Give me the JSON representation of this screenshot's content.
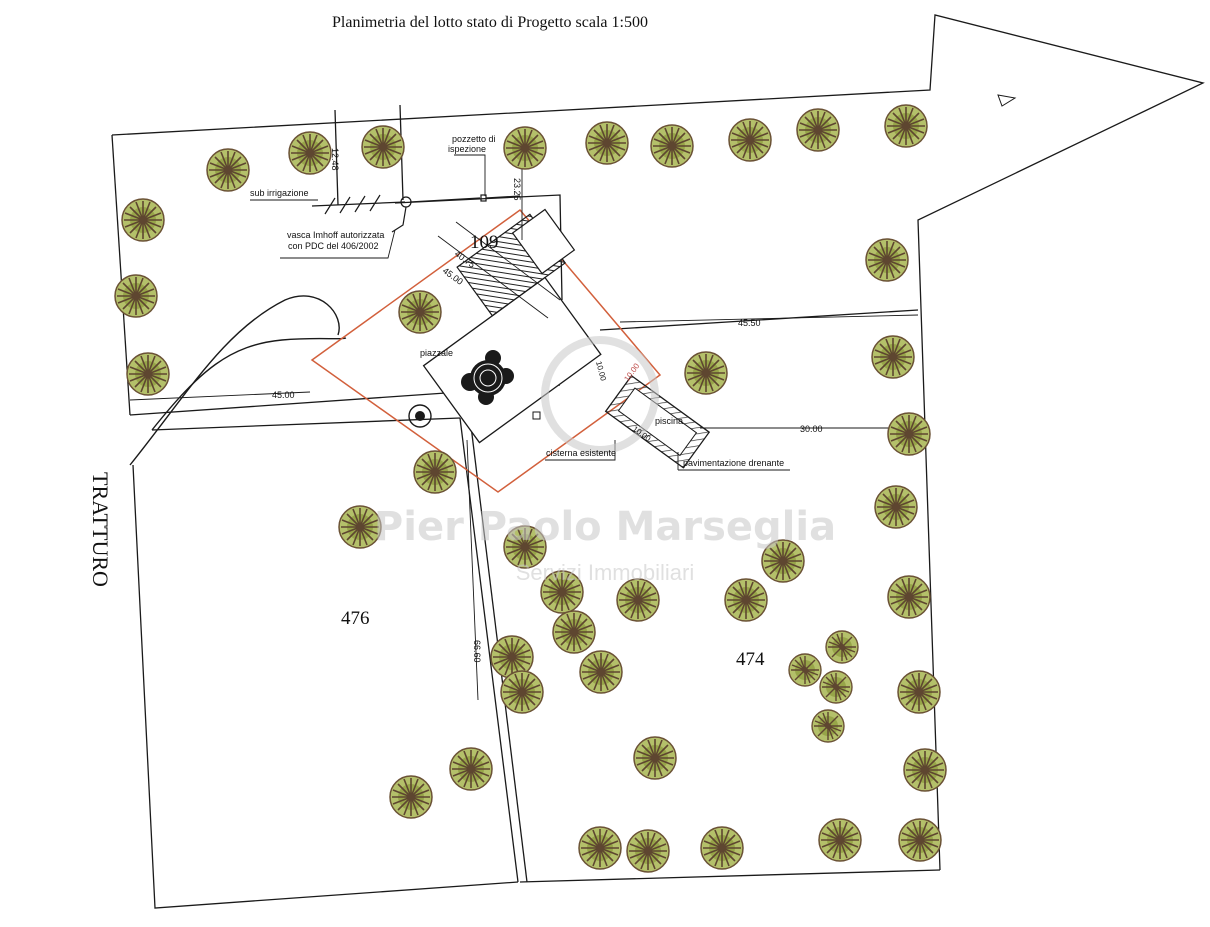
{
  "title": "Planimetria del lotto stato di Progetto scala 1:500",
  "road_label": "TRATTURO",
  "parcels": {
    "p109": "109",
    "p476": "476",
    "p474": "474"
  },
  "dimensions": {
    "d1248": "12.48",
    "d2325": "23.25",
    "d4075": "40.75",
    "d4500_diag": "45.00",
    "d4550": "45.50",
    "d4500_left": "45.00",
    "d3000": "30.00",
    "d6660": "66.60",
    "d1000a": "10.00",
    "d1000b": "10.00",
    "d1000c": "10.00"
  },
  "labels": {
    "sub_irrigazione": "sub irrigazione",
    "pozzetto_1": "pozzetto di",
    "pozzetto_2": "ispezione",
    "vasca_1": "vasca Imhoff autorizzata",
    "vasca_2": "con PDC del 406/2002",
    "piazzale": "piazzale",
    "piscina": "piscina",
    "cisterna": "cisterna esistente",
    "pavimentazione": "pavimentazione drenante"
  },
  "watermark": {
    "name": "Pier Paolo Marseglia",
    "subtitle": "Servizi Immobiliari"
  },
  "colors": {
    "line": "#1a1a1a",
    "boundary": "#d2603c",
    "tree_foliage": "#8a9a3c",
    "tree_outline": "#5e4630",
    "watermark": "#c8c8c8"
  }
}
